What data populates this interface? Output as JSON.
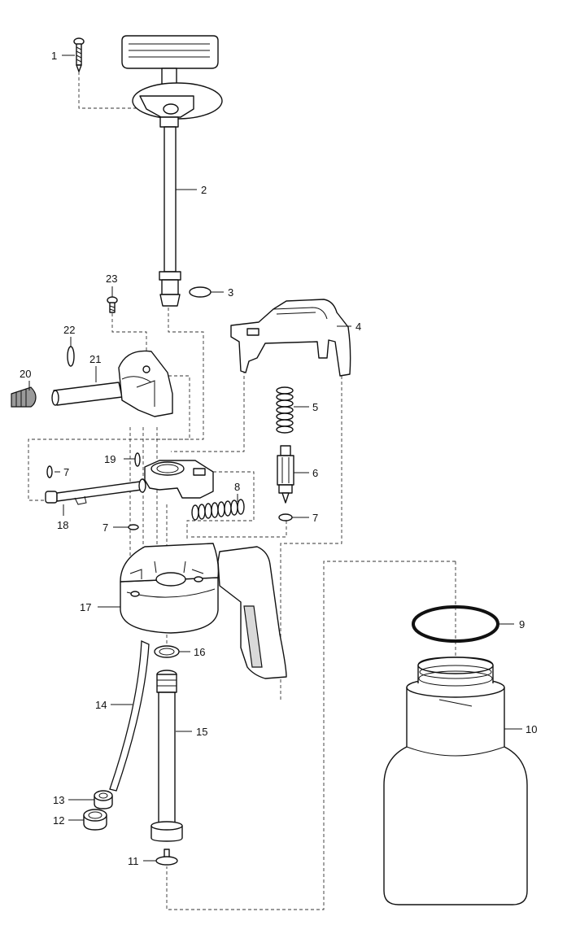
{
  "callouts": [
    {
      "id": "1",
      "label": "1"
    },
    {
      "id": "2",
      "label": "2"
    },
    {
      "id": "3",
      "label": "3"
    },
    {
      "id": "4",
      "label": "4"
    },
    {
      "id": "5",
      "label": "5"
    },
    {
      "id": "6",
      "label": "6"
    },
    {
      "id": "7a",
      "label": "7"
    },
    {
      "id": "7b",
      "label": "7"
    },
    {
      "id": "7c",
      "label": "7"
    },
    {
      "id": "8",
      "label": "8"
    },
    {
      "id": "9",
      "label": "9"
    },
    {
      "id": "10",
      "label": "10"
    },
    {
      "id": "11",
      "label": "11"
    },
    {
      "id": "12",
      "label": "12"
    },
    {
      "id": "13",
      "label": "13"
    },
    {
      "id": "14",
      "label": "14"
    },
    {
      "id": "15",
      "label": "15"
    },
    {
      "id": "16",
      "label": "16"
    },
    {
      "id": "17",
      "label": "17"
    },
    {
      "id": "18",
      "label": "18"
    },
    {
      "id": "19",
      "label": "19"
    },
    {
      "id": "20",
      "label": "20"
    },
    {
      "id": "21",
      "label": "21"
    },
    {
      "id": "22",
      "label": "22"
    },
    {
      "id": "23",
      "label": "23"
    }
  ]
}
